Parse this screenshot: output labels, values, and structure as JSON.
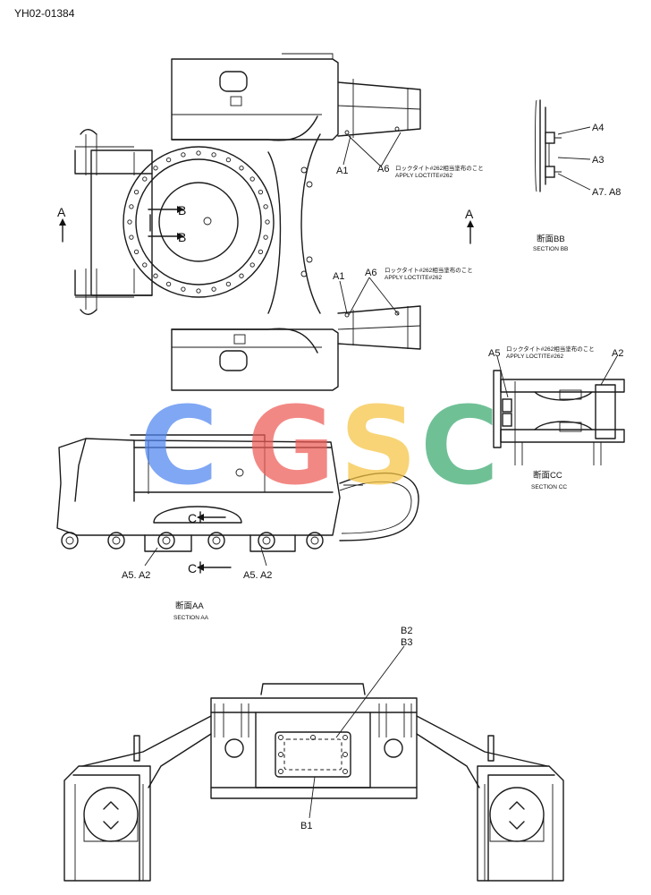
{
  "doc_id": "YH02-01384",
  "watermark": {
    "letters": [
      "C",
      "G",
      "S",
      "C"
    ],
    "colors": [
      "#4f86f0",
      "#ee5b55",
      "#f6c443",
      "#3aa86e"
    ]
  },
  "top_view": {
    "a1_upper": "A1",
    "a6_upper": "A6",
    "loctite_upper_jp": "ロックタイト#262相当塗布のこと",
    "loctite_upper_en": "APPLY LOCTITE#262",
    "a1_lower": "A1",
    "a6_lower": "A6",
    "loctite_lower_jp": "ロックタイト#262相当塗布のこと",
    "loctite_lower_en": "APPLY LOCTITE#262",
    "b_top": "B",
    "b_bottom": "B",
    "arrow_left": "A",
    "arrow_right": "A"
  },
  "section_bb": {
    "a4": "A4",
    "a3": "A3",
    "a7a8": "A7. A8",
    "title_jp": "断面BB",
    "title_en": "SECTION BB"
  },
  "section_cc": {
    "a5": "A5",
    "loctite_jp": "ロックタイト#262相当塗布のこと",
    "loctite_en": "APPLY LOCTITE#262",
    "a2": "A2",
    "title_jp": "断面CC",
    "title_en": "SECTION CC"
  },
  "section_aa": {
    "c_upper": "C",
    "c_lower": "C",
    "a5a2_left": "A5. A2",
    "a5a2_right": "A5. A2",
    "title_jp": "断面AA",
    "title_en": "SECTION AA"
  },
  "front_view": {
    "b2": "B2",
    "b3": "B3",
    "b1": "B1"
  }
}
